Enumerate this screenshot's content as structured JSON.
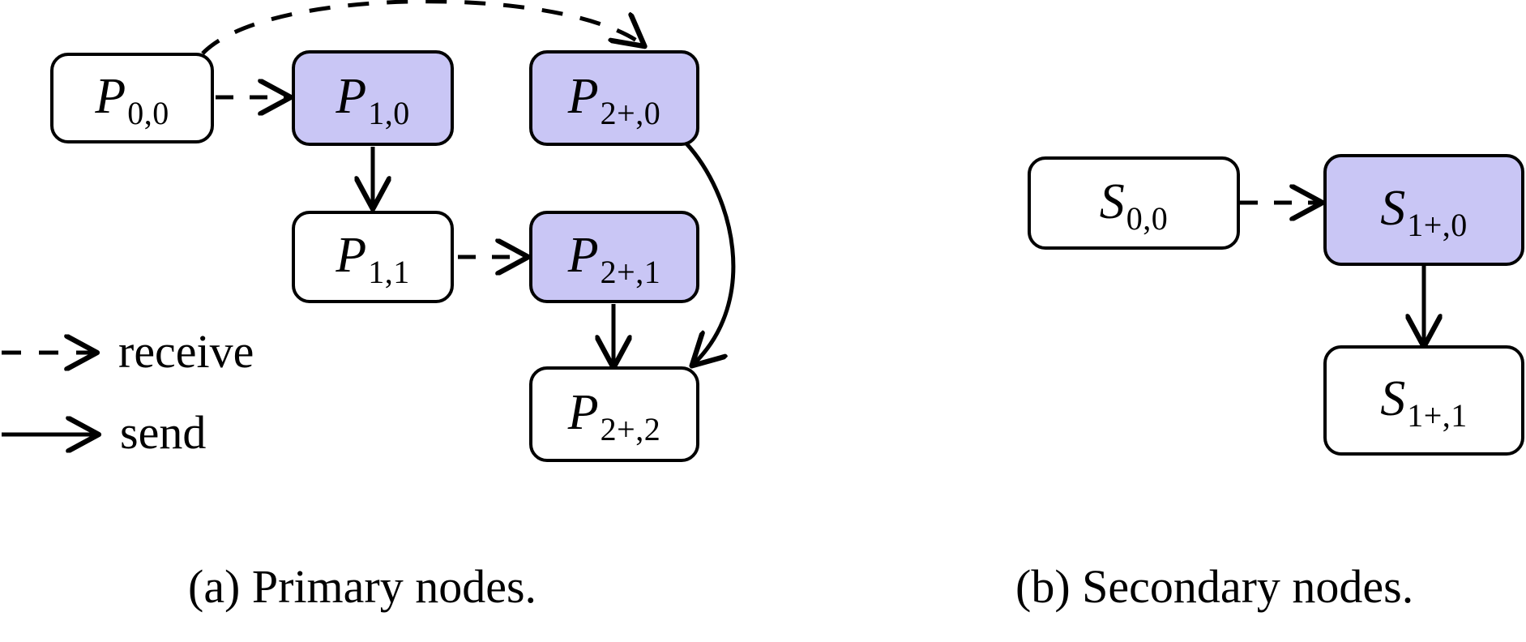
{
  "figure": {
    "background_color": "#ffffff",
    "stroke_color": "#000000",
    "highlight_fill": "#c9c6f5",
    "plain_fill": "#ffffff"
  },
  "panel_a": {
    "caption": "(a) Primary nodes.",
    "nodes": [
      {
        "id": "p00",
        "base": "P",
        "sub": "0,0",
        "highlighted": false
      },
      {
        "id": "p10",
        "base": "P",
        "sub": "1,0",
        "highlighted": true
      },
      {
        "id": "p2p0",
        "base": "P",
        "sub": "2+,0",
        "highlighted": true
      },
      {
        "id": "p11",
        "base": "P",
        "sub": "1,1",
        "highlighted": false
      },
      {
        "id": "p2p1",
        "base": "P",
        "sub": "2+,1",
        "highlighted": true
      },
      {
        "id": "p2p2",
        "base": "P",
        "sub": "2+,2",
        "highlighted": false
      }
    ],
    "edges": [
      {
        "from": "p00",
        "to": "p10",
        "kind": "receive",
        "shape": "straight"
      },
      {
        "from": "p00",
        "to": "p2p0",
        "kind": "receive",
        "shape": "arc"
      },
      {
        "from": "p10",
        "to": "p11",
        "kind": "send",
        "shape": "straight"
      },
      {
        "from": "p11",
        "to": "p2p1",
        "kind": "receive",
        "shape": "straight"
      },
      {
        "from": "p2p1",
        "to": "p2p2",
        "kind": "send",
        "shape": "straight"
      },
      {
        "from": "p2p0",
        "to": "p2p2",
        "kind": "send",
        "shape": "arc"
      }
    ]
  },
  "panel_b": {
    "caption": "(b) Secondary nodes.",
    "nodes": [
      {
        "id": "s00",
        "base": "S",
        "sub": "0,0",
        "highlighted": false
      },
      {
        "id": "s1p0",
        "base": "S",
        "sub": "1+,0",
        "highlighted": true
      },
      {
        "id": "s1p1",
        "base": "S",
        "sub": "1+,1",
        "highlighted": false
      }
    ],
    "edges": [
      {
        "from": "s00",
        "to": "s1p0",
        "kind": "receive",
        "shape": "straight"
      },
      {
        "from": "s1p0",
        "to": "s1p1",
        "kind": "send",
        "shape": "straight"
      }
    ]
  },
  "legend": {
    "receive": {
      "label": "receive",
      "line_style": "dashed"
    },
    "send": {
      "label": "send",
      "line_style": "solid"
    }
  }
}
